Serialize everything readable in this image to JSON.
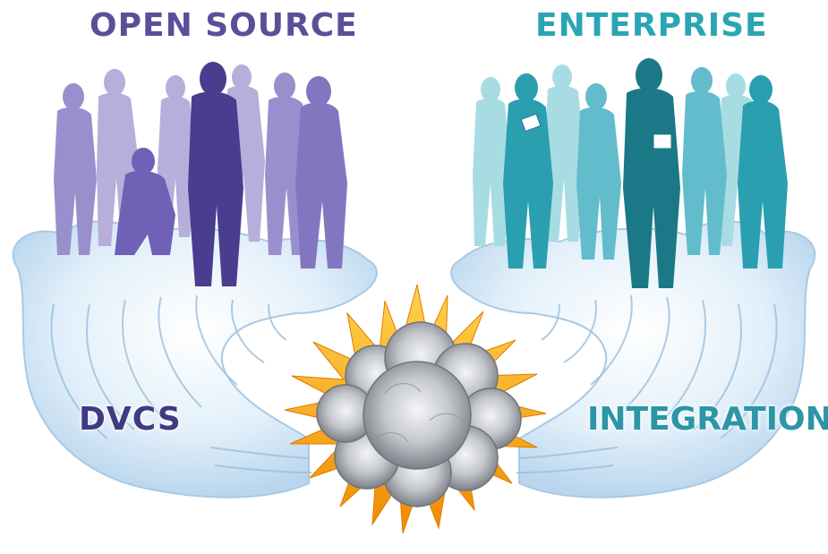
{
  "labels": {
    "open_source": "OPEN SOURCE",
    "enterprise": "ENTERPRISE",
    "dvcs": "DVCS",
    "integration": "INTEGRATION"
  },
  "colors": {
    "open_source_text": "#5b4f98",
    "enterprise_text": "#2ba5b4",
    "dvcs_text": "#3f3a82",
    "integration_text": "#2c96a6",
    "purple_people": [
      "#8d80c4",
      "#a79ed3",
      "#6a5bb0",
      "#4d3f8f"
    ],
    "teal_people": [
      "#7cc9d3",
      "#41aebd",
      "#1e8c9c",
      "#176d7b"
    ],
    "cloud": "#d8eaf7",
    "burst": "#f5a623",
    "smoke": "#a9adb3"
  },
  "icons": {
    "open_source_group": "people-silhouettes-icon",
    "enterprise_group": "business-people-silhouettes-icon",
    "collision": "explosion-icon"
  }
}
